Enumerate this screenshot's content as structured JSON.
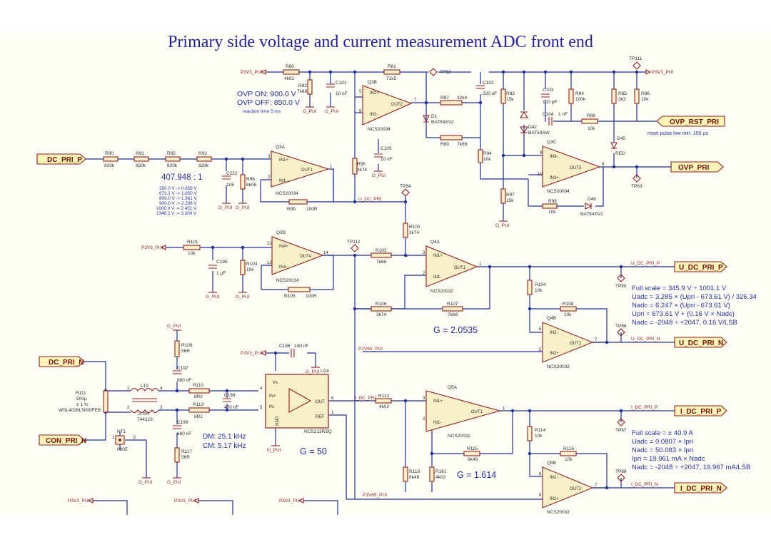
{
  "title": "Primary side voltage and current measurement ADC front end",
  "ports": {
    "dc_pri_p": "DC_PRI_P",
    "dc_pri_n": "DC_PRI_N",
    "con_pri_n": "CON_PRI_N",
    "ovp_rst_pri": "OVP_RST_PRI",
    "ovp_pri": "OVP_PRI",
    "u_dc_pri_p": "U_DC_PRI_P",
    "u_dc_pri_n": "U_DC_PRI_N",
    "i_dc_pri_p": "I_DC_PRI_P",
    "i_dc_pri_n": "I_DC_PRI_N"
  },
  "nets": {
    "p3v3": "P3V3_PUI",
    "gpui": "G_PUI",
    "u_dc_pri": "U_DC_PRI",
    "i_dc_pri": "I_DC_PRI",
    "p1v65": "P1V65_PUI",
    "u_dc_pri_p": "U_DC_PRI_P",
    "u_dc_pri_n": "U_DC_PRI_N",
    "i_dc_pri_p": "I_DC_PRI_P",
    "i_dc_pri_n": "I_DC_PRI_N"
  },
  "testpoints": {
    "tp82": "TP82",
    "tp83": "TP83",
    "tp84": "TP84",
    "tp85": "TP85",
    "tp86": "TP86",
    "tp87": "TP87",
    "tp88": "TP88",
    "tp111": "TP111",
    "tp112": "TP112"
  },
  "resistors": [
    {
      "ref": "R80",
      "val": "4k02"
    },
    {
      "ref": "R81",
      "val": "71k5"
    },
    {
      "ref": "R82",
      "val": "7k68"
    },
    {
      "ref": "R83",
      "val": "15k"
    },
    {
      "ref": "R84",
      "val": "100k"
    },
    {
      "ref": "R85",
      "val": "3k3"
    },
    {
      "ref": "R86",
      "val": "10k"
    },
    {
      "ref": "R87",
      "val": "32k4"
    },
    {
      "ref": "R88",
      "val": "10k"
    },
    {
      "ref": "R89",
      "val": "7k68"
    },
    {
      "ref": "R90",
      "val": "820k"
    },
    {
      "ref": "R91",
      "val": "820k"
    },
    {
      "ref": "R92",
      "val": "820k"
    },
    {
      "ref": "R93",
      "val": "820k"
    },
    {
      "ref": "R94",
      "val": "10k"
    },
    {
      "ref": "R95",
      "val": "3k74"
    },
    {
      "ref": "R96",
      "val": "8k06"
    },
    {
      "ref": "R97",
      "val": "15k"
    },
    {
      "ref": "R98",
      "val": "10k"
    },
    {
      "ref": "R99",
      "val": "100R"
    },
    {
      "ref": "R100",
      "val": "3k74"
    },
    {
      "ref": "R101",
      "val": "10k"
    },
    {
      "ref": "R102",
      "val": "7k68"
    },
    {
      "ref": "R103",
      "val": "10k"
    },
    {
      "ref": "R104",
      "val": "10k"
    },
    {
      "ref": "R105",
      "val": "100R"
    },
    {
      "ref": "R106",
      "val": "3k74"
    },
    {
      "ref": "R107",
      "val": "7k68"
    },
    {
      "ref": "R108",
      "val": "10k"
    },
    {
      "ref": "R109",
      "val": "56R"
    },
    {
      "ref": "R110",
      "val": "8R2"
    },
    {
      "ref": "R112",
      "val": "4k02"
    },
    {
      "ref": "R113",
      "val": "8R2"
    },
    {
      "ref": "R114",
      "val": "10k"
    },
    {
      "ref": "R115",
      "val": "6k49"
    },
    {
      "ref": "R116",
      "val": "10k"
    },
    {
      "ref": "R117",
      "val": "56R"
    },
    {
      "ref": "R118",
      "val": "6k49"
    },
    {
      "ref": "R161",
      "val": "4k02"
    }
  ],
  "capacitors": [
    {
      "ref": "C101",
      "val": "10 nF"
    },
    {
      "ref": "C102",
      "val": "220 nF"
    },
    {
      "ref": "C103",
      "val": "100 pF"
    },
    {
      "ref": "C104",
      "val": "1 nF"
    },
    {
      "ref": "C105",
      "val": "10 nF"
    },
    {
      "ref": "C195",
      "val": "1 µF"
    },
    {
      "ref": "C196",
      "val": "100 nF"
    },
    {
      "ref": "C197",
      "val": "680 nF"
    },
    {
      "ref": "C198",
      "val": "470 nF"
    },
    {
      "ref": "C199",
      "val": "680 nF"
    },
    {
      "ref": "C222",
      "val": "1n5"
    }
  ],
  "diodes": [
    {
      "ref": "D1",
      "val": "BAT54XV2"
    },
    {
      "ref": "D42",
      "val": "BAT54SW"
    },
    {
      "ref": "D45",
      "val": "RED"
    },
    {
      "ref": "D46",
      "val": "BAT54XV2"
    }
  ],
  "opamps": {
    "q3a": {
      "ref": "Q3A",
      "part": "NCS20034",
      "in_p": "IN1+",
      "in_n": "IN1-",
      "out": "OUT1"
    },
    "q3b": {
      "ref": "Q3B",
      "part": "NCS20034",
      "in_p": "IN2+",
      "in_n": "IN2-",
      "out": "OUT2"
    },
    "q3c": {
      "ref": "Q3C",
      "part": "NCS20034",
      "in_p": "IN3+",
      "in_n": "IN3-",
      "out": "OUT3"
    },
    "q3d": {
      "ref": "Q3D",
      "part": "NCS20034",
      "in_p": "IN4+",
      "in_n": "IN4-",
      "out": "OUT4"
    },
    "q4a": {
      "ref": "Q4A",
      "part": "NCS20032",
      "in_p": "IN1+",
      "in_n": "IN1-",
      "out": "OUT1"
    },
    "q4b": {
      "ref": "Q4B",
      "part": "NCS20032",
      "in_p": "IN2+",
      "in_n": "IN2-",
      "out": "OUT2"
    },
    "q5a": {
      "ref": "Q5A",
      "part": "NCS20032",
      "in_p": "IN1+",
      "in_n": "IN1-",
      "out": "OUT1"
    },
    "q5b": {
      "ref": "Q5B",
      "part": "NCS20032",
      "in_p": "IN2+",
      "in_n": "IN2-",
      "out": "OUT2"
    }
  },
  "u24": {
    "ref": "U24",
    "part": "NCS213RSQ",
    "vs": "Vs",
    "inp": "IN+",
    "inn": "IN-",
    "out": "OUT",
    "ref_pin": "REF",
    "gnd": "GND"
  },
  "inductor": {
    "ref": "L19",
    "val": "2 mH",
    "part": "744223"
  },
  "shunt": {
    "ref": "R111",
    "val": "500µ",
    "tol": "± 1 %",
    "part": "WSL4026L5000FEB"
  },
  "nettie": {
    "ref": "NT1",
    "pkg": "0805"
  },
  "annotations": {
    "ovp_on": "OVP  ON: 900.0 V",
    "ovp_off": "OVP OFF: 850.0 V",
    "reaction": "reaction time 5 ms",
    "ratio": "407.948 : 1",
    "ratio_table": [
      "350.0 V -> 0.858 V",
      "673.1 V -> 1.650 V",
      "800.0 V -> 1.961 V",
      "900.0 V -> 2.206 V",
      "1000.0 V -> 2.451 V",
      "1346.2 V -> 3.300 V"
    ],
    "reset_pulse": "reset pulse low min. 100 µs",
    "gain_u": "G = 2.0535",
    "gain_u24": "G = 50",
    "gain_i": "G = 1.614",
    "dm": "DM: 25.1 kHz",
    "cm": "CM: 5.17 kHz",
    "u_scale": [
      "Full scale = 345.9 V ÷ 1001.1 V",
      "Uadc = 3.285 × (Upri - 673.61 V) / 326.34",
      "Nadc = 6.247 × (Upri - 673.61 V)",
      "Upri = 673.61 V + (0.16 V × Nadc)",
      "Nadc = -2048 ÷ +2047, 0.16 V/LSB"
    ],
    "i_scale": [
      "Full scale = ± 40.9 A",
      "Uadc = 0.0807 × Ipri",
      "Nadc = 50.083 × Ipri",
      "Ipri = 19.961 mA × Nadc",
      "Nadc = -2048 ÷ +2047, 19.967 mA/LSB"
    ]
  }
}
